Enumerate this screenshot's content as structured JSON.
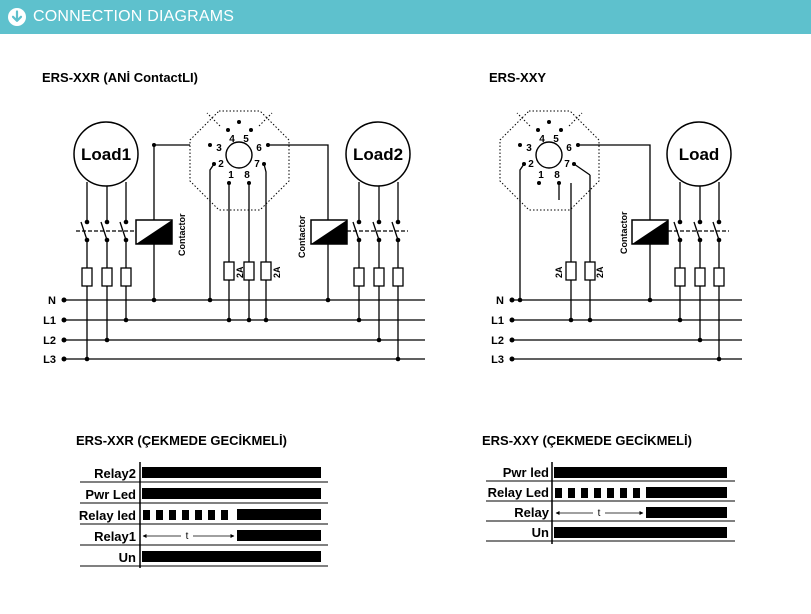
{
  "header": {
    "title": "CONNECTION DIAGRAMS",
    "icon": "arrow-down-circle-icon",
    "color": "#5ec1cd"
  },
  "left": {
    "title": "ERS-XXR (ANİ ContactLI)",
    "load1": "Load1",
    "load2": "Load2",
    "contactor": "Contactor",
    "fuse": "2A",
    "pins": [
      "1",
      "2",
      "3",
      "4",
      "5",
      "6",
      "7",
      "8"
    ]
  },
  "right": {
    "title": "ERS-XXY",
    "load": "Load",
    "contactor": "Contactor",
    "fuse": "2A",
    "pins": [
      "1",
      "2",
      "3",
      "4",
      "5",
      "6",
      "7",
      "8"
    ]
  },
  "lines": [
    "N",
    "L1",
    "L2",
    "L3"
  ],
  "timing_left": {
    "title": "ERS-XXR (ÇEKMEDE GECİKMELİ)",
    "rows": [
      "Relay2",
      "Pwr Led",
      "Relay led",
      "Relay1",
      "Un"
    ],
    "t": "t"
  },
  "timing_right": {
    "title": "ERS-XXY (ÇEKMEDE GECİKMELİ)",
    "rows": [
      "Pwr led",
      "Relay Led",
      "Relay",
      "Un"
    ],
    "t": "t"
  }
}
